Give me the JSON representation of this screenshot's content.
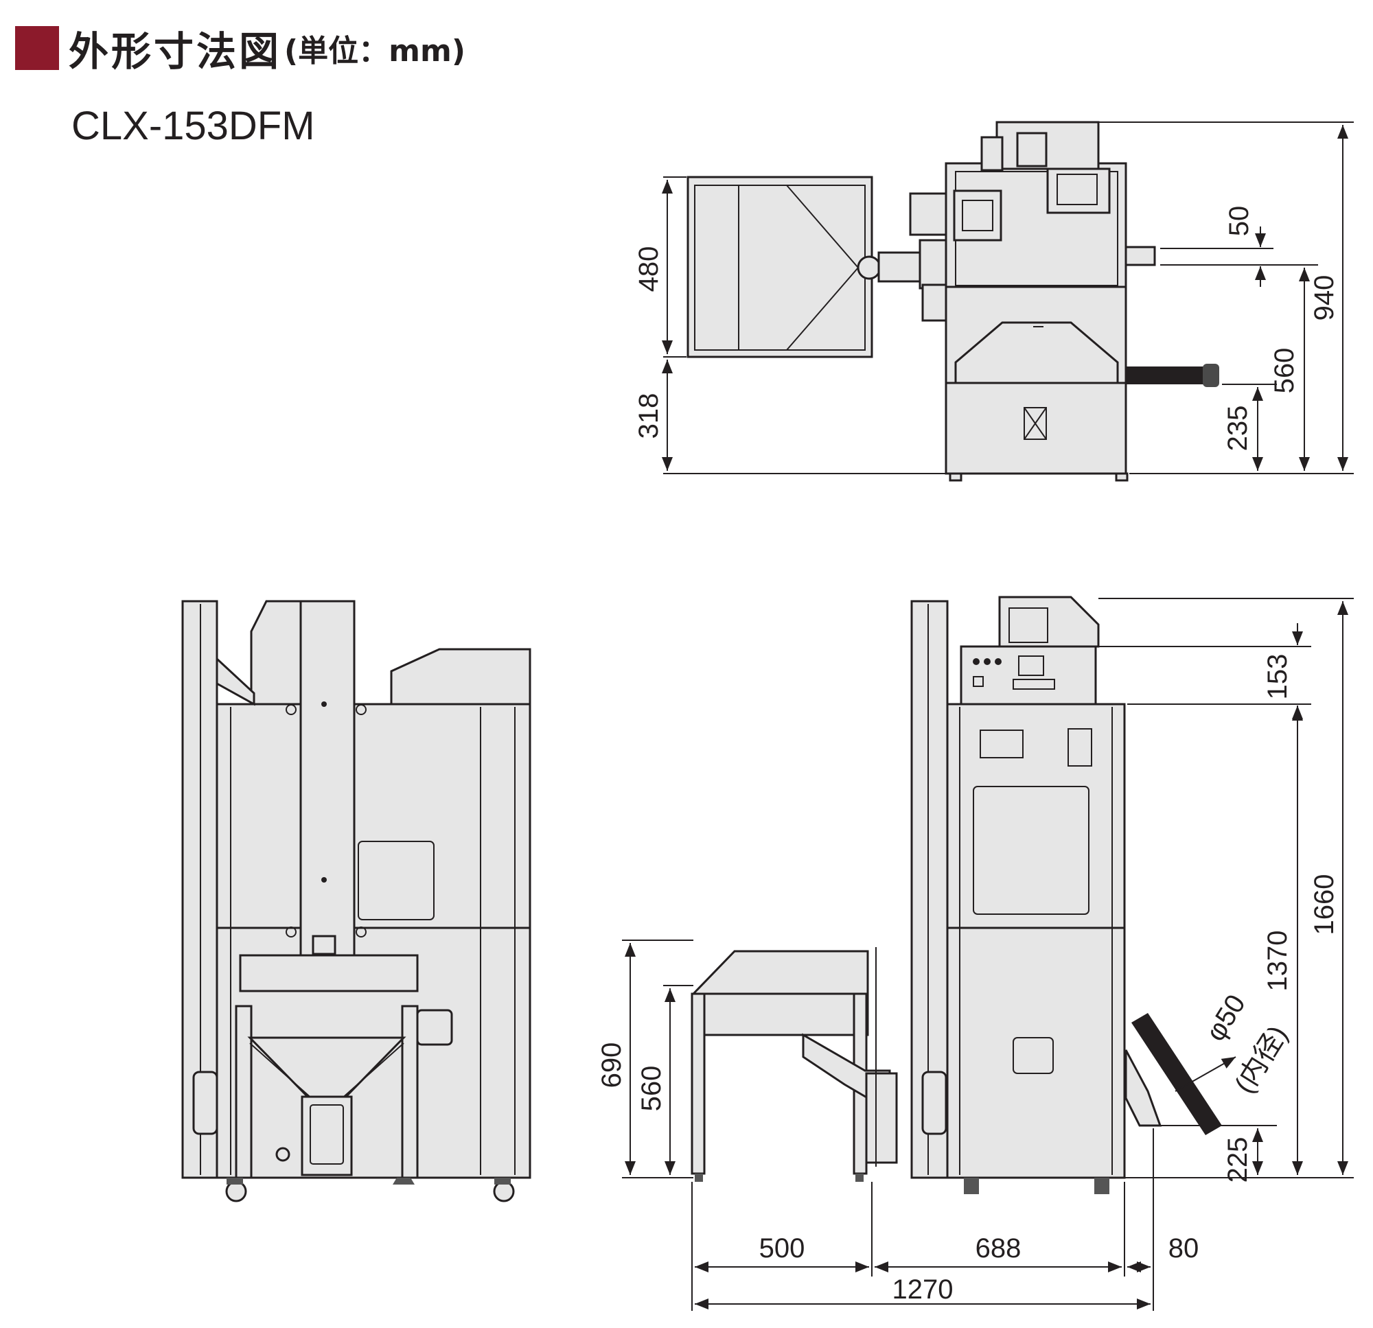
{
  "header": {
    "title": "外形寸法図",
    "unit": "(単位：mm)",
    "accent_color": "#8c1a2b"
  },
  "model": "CLX-153DFM",
  "top_view": {
    "dims": {
      "d480": "480",
      "d318": "318",
      "d50": "50",
      "d940": "940",
      "d560": "560",
      "d235": "235"
    }
  },
  "front_view": {},
  "side_view": {
    "dims": {
      "d153": "153",
      "d1660": "1660",
      "d1370": "1370",
      "d690": "690",
      "d560": "560",
      "d225": "225",
      "d500": "500",
      "d688": "688",
      "d80": "80",
      "d1270": "1270",
      "pipe": "φ50",
      "pipe_note": "(内径)"
    }
  }
}
